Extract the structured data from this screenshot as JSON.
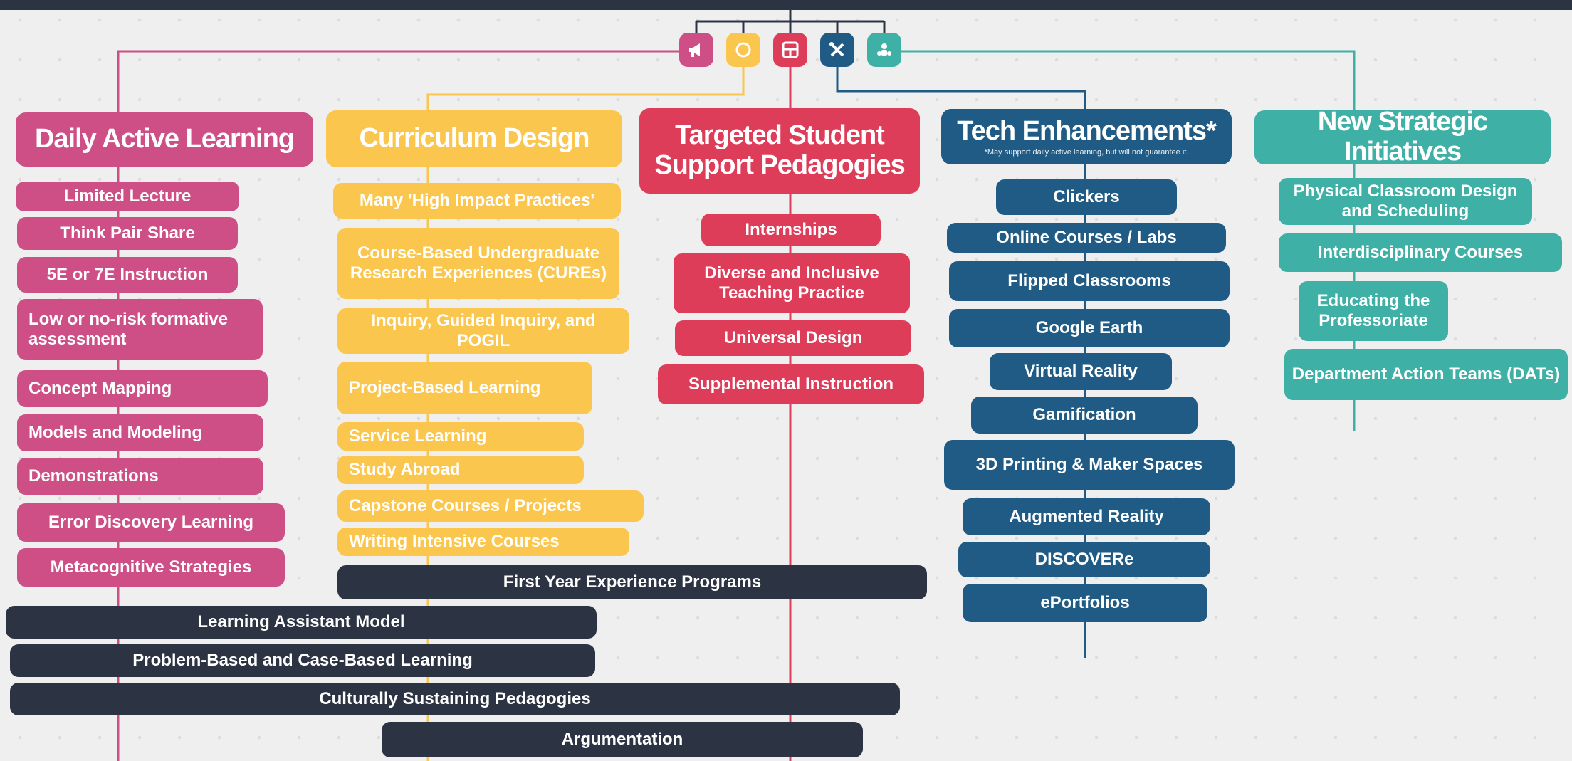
{
  "colors": {
    "pink": "#cd4f86",
    "yellow": "#fbc64d",
    "red": "#de3d59",
    "blue": "#1f5b84",
    "teal": "#3fb0a6",
    "dark": "#2c3444"
  },
  "icons": [
    "megaphone-icon",
    "circle-target-icon",
    "grid-layout-icon",
    "tools-icon",
    "network-people-icon"
  ],
  "columns": {
    "daily_active_learning": {
      "title": "Daily Active Learning",
      "items": [
        "Limited Lecture",
        "Think Pair Share",
        "5E or 7E Instruction",
        "Low or no-risk formative assessment",
        "Concept Mapping",
        "Models and Modeling",
        "Demonstrations",
        "Error Discovery Learning",
        "Metacognitive Strategies"
      ]
    },
    "curriculum_design": {
      "title": "Curriculum Design",
      "items": [
        "Many 'High Impact Practices'",
        "Course-Based Undergraduate Research Experiences (CUREs)",
        "Inquiry, Guided Inquiry, and POGIL",
        "Project-Based Learning",
        "Service Learning",
        "Study Abroad",
        "Capstone Courses / Projects",
        "Writing Intensive Courses"
      ]
    },
    "targeted_student_support": {
      "title": "Targeted Student Support Pedagogies",
      "items": [
        "Internships",
        "Diverse and Inclusive Teaching Practice",
        "Universal Design",
        "Supplemental Instruction"
      ]
    },
    "tech_enhancements": {
      "title": "Tech Enhancements*",
      "note": "*May support daily active learning, but will not guarantee it.",
      "items": [
        "Clickers",
        "Online Courses / Labs",
        "Flipped Classrooms",
        "Google Earth",
        "Virtual Reality",
        "Gamification",
        "3D Printing & Maker Spaces",
        "Augmented Reality",
        "DISCOVERe",
        "ePortfolios"
      ]
    },
    "new_strategic_initiatives": {
      "title": "New Strategic Initiatives",
      "items": [
        "Physical Classroom Design and Scheduling",
        "Interdisciplinary Courses",
        "Educating the Professoriate",
        "Department Action Teams (DATs)"
      ]
    }
  },
  "shared": [
    "First Year Experience Programs",
    "Learning Assistant Model",
    "Problem-Based and Case-Based Learning",
    "Culturally Sustaining Pedagogies",
    "Argumentation"
  ]
}
